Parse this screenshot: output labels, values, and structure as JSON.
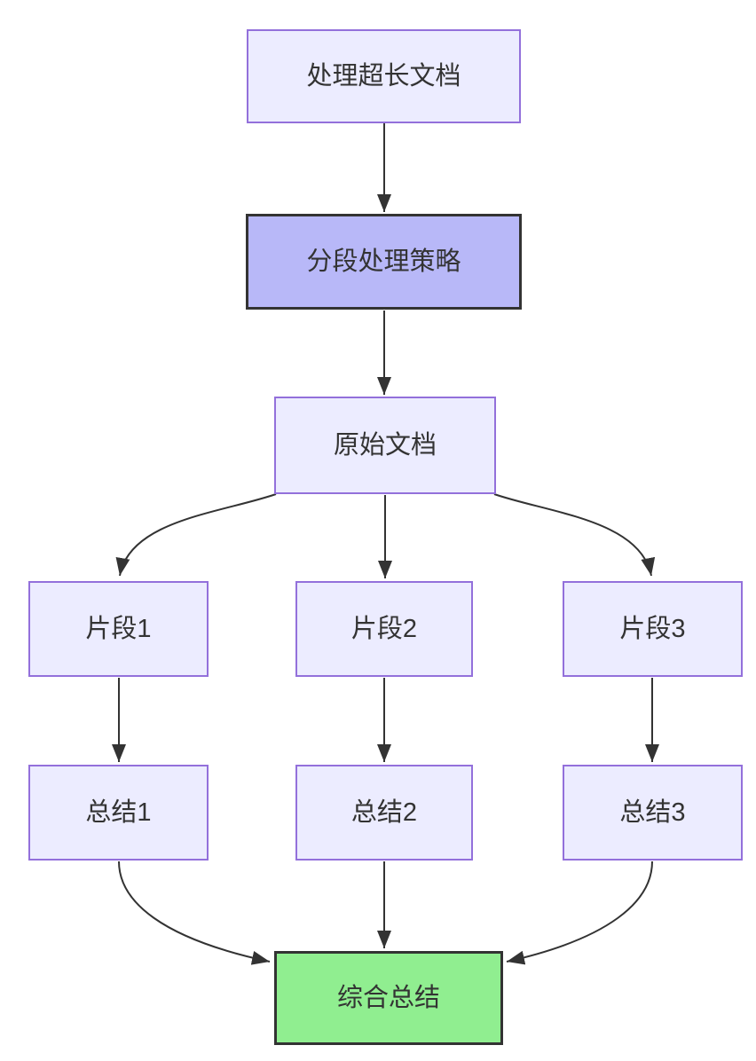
{
  "diagram": {
    "type": "flowchart",
    "direction": "top-down",
    "nodes": {
      "A": {
        "id": "A",
        "label": "处理超长文档",
        "kind": "default"
      },
      "B": {
        "id": "B",
        "label": "分段处理策略",
        "kind": "emphasis"
      },
      "C": {
        "id": "C",
        "label": "原始文档",
        "kind": "default"
      },
      "D1": {
        "id": "D1",
        "label": "片段1",
        "kind": "default"
      },
      "D2": {
        "id": "D2",
        "label": "片段2",
        "kind": "default"
      },
      "D3": {
        "id": "D3",
        "label": "片段3",
        "kind": "default"
      },
      "E1": {
        "id": "E1",
        "label": "总结1",
        "kind": "default"
      },
      "E2": {
        "id": "E2",
        "label": "总结2",
        "kind": "default"
      },
      "E3": {
        "id": "E3",
        "label": "总结3",
        "kind": "default"
      },
      "F": {
        "id": "F",
        "label": "综合总结",
        "kind": "result"
      }
    },
    "edges": [
      {
        "from": "A",
        "to": "B"
      },
      {
        "from": "B",
        "to": "C"
      },
      {
        "from": "C",
        "to": "D1"
      },
      {
        "from": "C",
        "to": "D2"
      },
      {
        "from": "C",
        "to": "D3"
      },
      {
        "from": "D1",
        "to": "E1"
      },
      {
        "from": "D2",
        "to": "E2"
      },
      {
        "from": "D3",
        "to": "E3"
      },
      {
        "from": "E1",
        "to": "F"
      },
      {
        "from": "E2",
        "to": "F"
      },
      {
        "from": "E3",
        "to": "F"
      }
    ],
    "colors": {
      "node_fill": "#ECECFF",
      "node_border": "#9370DB",
      "emphasis_fill": "#B8B8F8",
      "emphasis_border": "#333333",
      "result_fill": "#90EE90",
      "result_border": "#333333",
      "edge_color": "#333333",
      "text_color": "#333333",
      "background": "#FFFFFF"
    }
  }
}
